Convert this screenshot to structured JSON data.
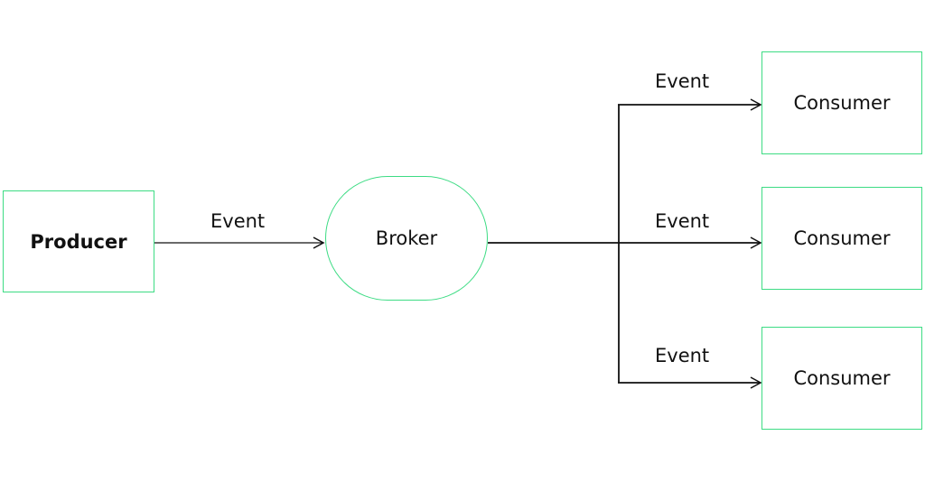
{
  "nodes": {
    "producer": "Producer",
    "broker": "Broker",
    "consumer1": "Consumer",
    "consumer2": "Consumer",
    "consumer3": "Consumer"
  },
  "edges": {
    "producer_to_broker": "Event",
    "to_consumer1": "Event",
    "to_consumer2": "Event",
    "to_consumer3": "Event"
  },
  "colors": {
    "node_border": "#3ddc84",
    "edge": "#111111"
  }
}
